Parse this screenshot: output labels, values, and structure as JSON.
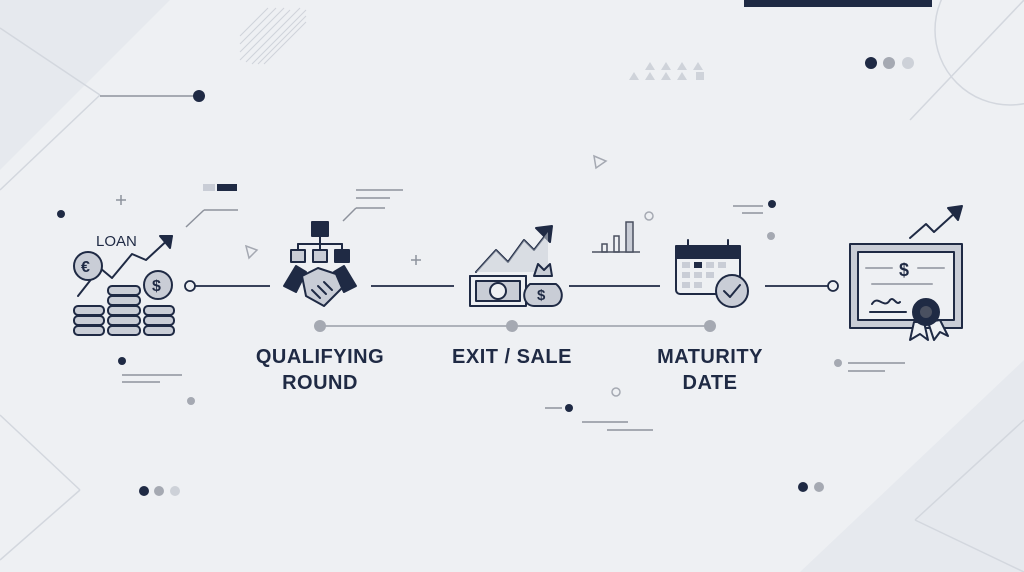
{
  "diagram": {
    "stages": [
      {
        "id": "loan",
        "icon": "loan-coins-icon",
        "icon_text": "LOAN",
        "label": ""
      },
      {
        "id": "qualifying",
        "icon": "handshake-org-icon",
        "label": "QUALIFYING\nROUND"
      },
      {
        "id": "exit",
        "icon": "cash-growth-icon",
        "label": "EXIT / SALE"
      },
      {
        "id": "maturity",
        "icon": "calendar-clock-icon",
        "label": "MATURITY\nDATE"
      },
      {
        "id": "certificate",
        "icon": "certificate-icon",
        "label": ""
      }
    ]
  },
  "colors": {
    "background": "#eef0f3",
    "ink": "#1f2a44",
    "navy": "#1f2a44",
    "icon_fill": "#c9cdd6",
    "dot_gray": "#a5a9b2"
  }
}
